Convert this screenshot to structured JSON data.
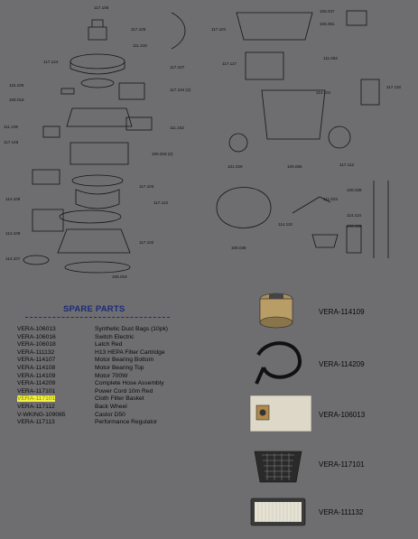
{
  "diagram_labels": [
    "117.105",
    "117.106",
    "111.310",
    "117.124",
    "117.107",
    "116.105",
    "117.104 (2)",
    "106.016",
    "111.109",
    "111.152",
    "117.148",
    "106.018 (2)",
    "117.103",
    "114.108",
    "117.113",
    "114.109",
    "117.102",
    "114.107",
    "106.019",
    "117.101",
    "117.117",
    "106.047",
    "106.061",
    "111.092",
    "114.101",
    "117.118",
    "101.029",
    "109.065",
    "117.112",
    "114.110",
    "106.035",
    "111.023",
    "114.114",
    "106.028",
    "106.029"
  ],
  "spare_parts": {
    "title": "SPARE PARTS",
    "highlight_index": 9,
    "items": [
      {
        "code": "VERA-106013",
        "desc": "Synthetic Dust Bags (10pk)"
      },
      {
        "code": "VERA-106016",
        "desc": "Switch Electric"
      },
      {
        "code": "VERA-106018",
        "desc": "Latch Red"
      },
      {
        "code": "VERA-111132",
        "desc": "H13 HEPA Filter Cartridge"
      },
      {
        "code": "VERA-114107",
        "desc": "Motor Bearing Bottom"
      },
      {
        "code": "VERA-114108",
        "desc": "Motor Bearing Top"
      },
      {
        "code": "VERA-114109",
        "desc": "Motor 700W"
      },
      {
        "code": "VERA-114209",
        "desc": "Complete Hose Assembly"
      },
      {
        "code": "VERA-117101",
        "desc": "Power Cord 10m Red"
      },
      {
        "code": "VERA-117101",
        "desc": "Cloth Filter Basket"
      },
      {
        "code": "VERA-117112",
        "desc": "Back Wheel"
      },
      {
        "code": "V-WKING-109065",
        "desc": "Castor D50"
      },
      {
        "code": "VERA-117113",
        "desc": "Performance Regulator"
      }
    ]
  },
  "products": [
    {
      "label": "VERA-114109",
      "icon": "motor-icon"
    },
    {
      "label": "VERA-114209",
      "icon": "hose-icon"
    },
    {
      "label": "VERA-106013",
      "icon": "dust-bag-icon"
    },
    {
      "label": "VERA-117101",
      "icon": "filter-basket-icon"
    },
    {
      "label": "VERA-111132",
      "icon": "hepa-filter-icon"
    }
  ],
  "colors": {
    "background": "#6e6e70",
    "heading": "#1b2a7a",
    "highlight": "#f3f040"
  }
}
